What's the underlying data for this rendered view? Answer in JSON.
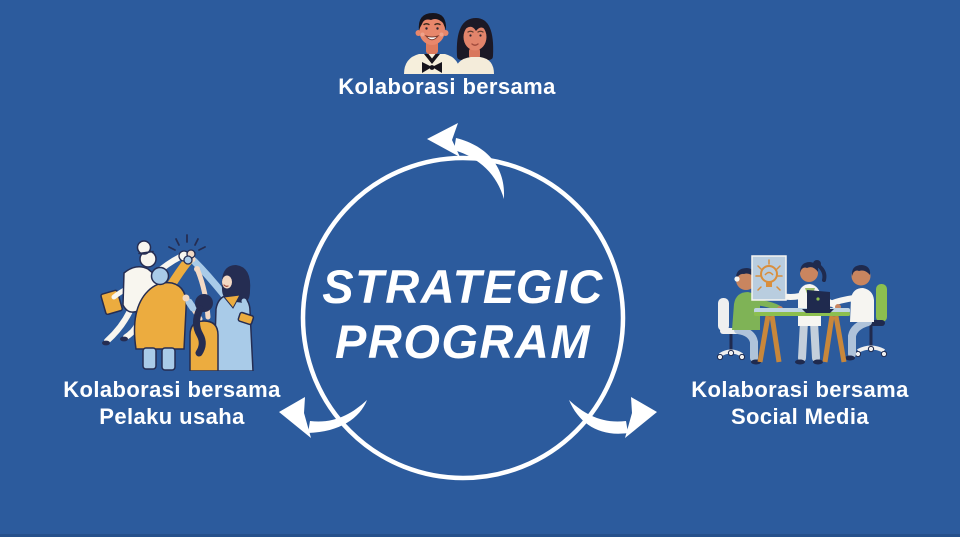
{
  "title": {
    "line1": "STRATEGIC",
    "line2": "PROGRAM"
  },
  "nodes": {
    "top": {
      "label": "Kolaborasi bersama",
      "illustration": "couple-avatars-illustration"
    },
    "left": {
      "label_line1": "Kolaborasi bersama",
      "label_line2": "Pelaku usaha",
      "illustration": "team-highfive-illustration"
    },
    "right": {
      "label_line1": "Kolaborasi bersama",
      "label_line2": "Social Media",
      "illustration": "team-meeting-illustration"
    }
  },
  "cycle": {
    "shape": "circle-outline-with-three-curved-arrows",
    "arrow_positions": [
      "top",
      "bottom-left",
      "bottom-right"
    ]
  },
  "colors": {
    "background": "#2C5B9D",
    "bottom_edge": "#26508B",
    "text": "#FFFFFF",
    "line_art": "#FFFFFF",
    "accent_yellow": "#ECAC3F",
    "accent_light_blue": "#A9CBE8",
    "accent_green": "#8CBF4F",
    "accent_orange": "#D98E3C",
    "dark_navy": "#232B4E",
    "skin_tone": "#E8876B",
    "cream": "#F6EFDC"
  }
}
